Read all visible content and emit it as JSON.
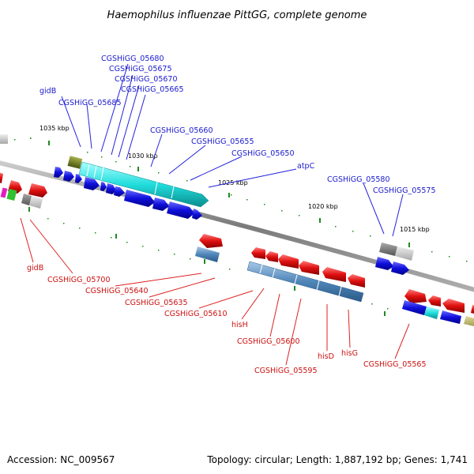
{
  "title": "Haemophilus influenzae PittGG, complete genome",
  "accession": "Accession: NC_009567",
  "summary": "Topology: circular; Length: 1,887,192 bp; Genes: 1,741",
  "ticks": [
    "1035 kbp",
    "1030 kbp",
    "1025 kbp",
    "1020 kbp",
    "1015 kbp"
  ],
  "forward_labels": [
    "CGSHiGG_05680",
    "CGSHiGG_05675",
    "CGSHiGG_05670",
    "CGSHiGG_05665",
    "gidB",
    "CGSHiGG_05685",
    "CGSHiGG_05660",
    "CGSHiGG_05655",
    "CGSHiGG_05650",
    "atpC",
    "CGSHiGG_05580",
    "CGSHiGG_05575"
  ],
  "reverse_labels": [
    "gidB",
    "CGSHiGG_05700",
    "CGSHiGG_05640",
    "CGSHiGG_05635",
    "CGSHiGG_05610",
    "hisH",
    "CGSHiGG_05600",
    "CGSHiGG_05595",
    "hisD",
    "hisG",
    "CGSHiGG_05565"
  ],
  "colors": {
    "forward_gene": "#1010dd",
    "reverse_gene": "#dd1111",
    "forward_label": "#1a1acc",
    "reverse_label": "#cc1111",
    "operon_cyan": "#22dddd",
    "operon_steel": "#4f86b8",
    "olive": "#6b7a1e",
    "backbone": "#8a8a8a",
    "tick_mark": "#1f8a1f"
  }
}
